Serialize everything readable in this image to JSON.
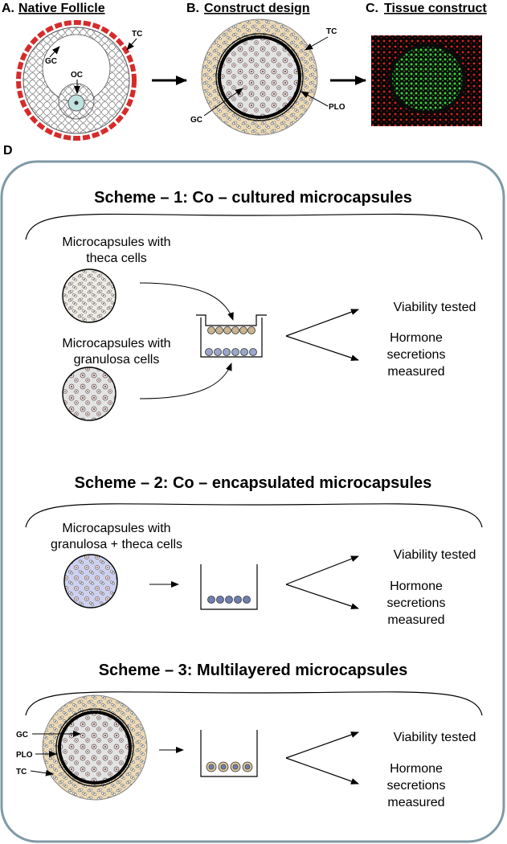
{
  "panels": {
    "a": {
      "letter": "A.",
      "title": "Native Follicle",
      "tc": "TC",
      "gc": "GC",
      "oc": "OC"
    },
    "b": {
      "letter": "B.",
      "title": "Construct design",
      "tc": "TC",
      "gc": "GC",
      "plo": "PLO"
    },
    "c": {
      "letter": "C.",
      "title": "Tissue construct"
    },
    "d": {
      "letter": "D"
    }
  },
  "schemes": [
    {
      "title": "Scheme – 1: Co – cultured microcapsules",
      "capsule_top_label": [
        "Microcapsules with",
        "theca cells"
      ],
      "capsule_bottom_label": [
        "Microcapsules with",
        "granulosa cells"
      ],
      "outcome_1": "Viability tested",
      "outcome_2": [
        "Hormone",
        "secretions",
        "measured"
      ]
    },
    {
      "title": "Scheme – 2: Co – encapsulated microcapsules",
      "capsule_label": [
        "Microcapsules with",
        "granulosa + theca cells"
      ],
      "outcome_1": "Viability tested",
      "outcome_2": [
        "Hormone",
        "secretions",
        "measured"
      ]
    },
    {
      "title": "Scheme – 3: Multilayered microcapsules",
      "gc": "GC",
      "plo": "PLO",
      "tc": "TC",
      "outcome_1": "Viability tested",
      "outcome_2": [
        "Hormone",
        "secretions",
        "measured"
      ]
    }
  ],
  "colors": {
    "theca_red": "#d62b2b",
    "theca_tan": "#ecd9b5",
    "granulosa_fill": "#e6e6e6",
    "oocyte_teal": "#bfe3e0",
    "panel_border": "#7f9aa6",
    "stain_green": "#3cd23c",
    "stain_red": "#e01e1e",
    "mixed_capsule": "#cdd0ee"
  }
}
